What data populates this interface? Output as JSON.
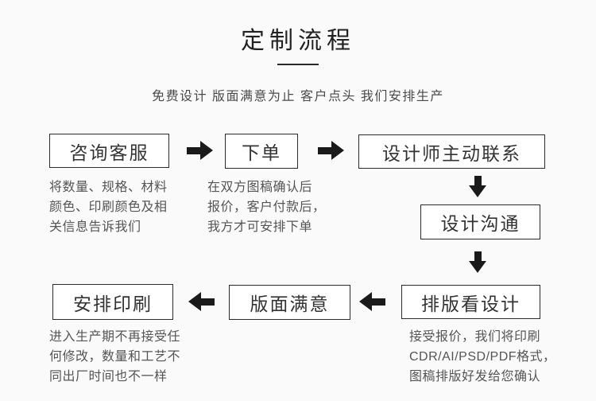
{
  "colors": {
    "background": "#fafafa",
    "box_fill": "#ffffff",
    "box_border": "#2b2b2b",
    "arrow": "#1a1a1a",
    "title_text": "#222222",
    "body_text": "#555555"
  },
  "header": {
    "title": "定制流程",
    "subtitle": "免费设计 版面满意为止 客户点头 我们安排生产"
  },
  "steps": {
    "consult": {
      "label": "咨询客服",
      "desc": "将数量、规格、材料\n颜色、印刷颜色及相\n关信息告诉我们"
    },
    "order": {
      "label": "下单",
      "desc": "在双方图稿确认后\n报价，客户付款后，\n我方才可安排下单"
    },
    "designer_contact": {
      "label": "设计师主动联系"
    },
    "design_communication": {
      "label": "设计沟通"
    },
    "review_design": {
      "label": "排版看设计",
      "desc": "接受报价，我们将印刷\nCDR/AI/PSD/PDF格式，\n图稿排版好发给您确认"
    },
    "layout_satisfied": {
      "label": "版面满意"
    },
    "arrange_printing": {
      "label": "安排印刷",
      "desc": "进入生产期不再接受任\n何修改，数量和工艺不\n同出厂时间也不一样"
    }
  }
}
